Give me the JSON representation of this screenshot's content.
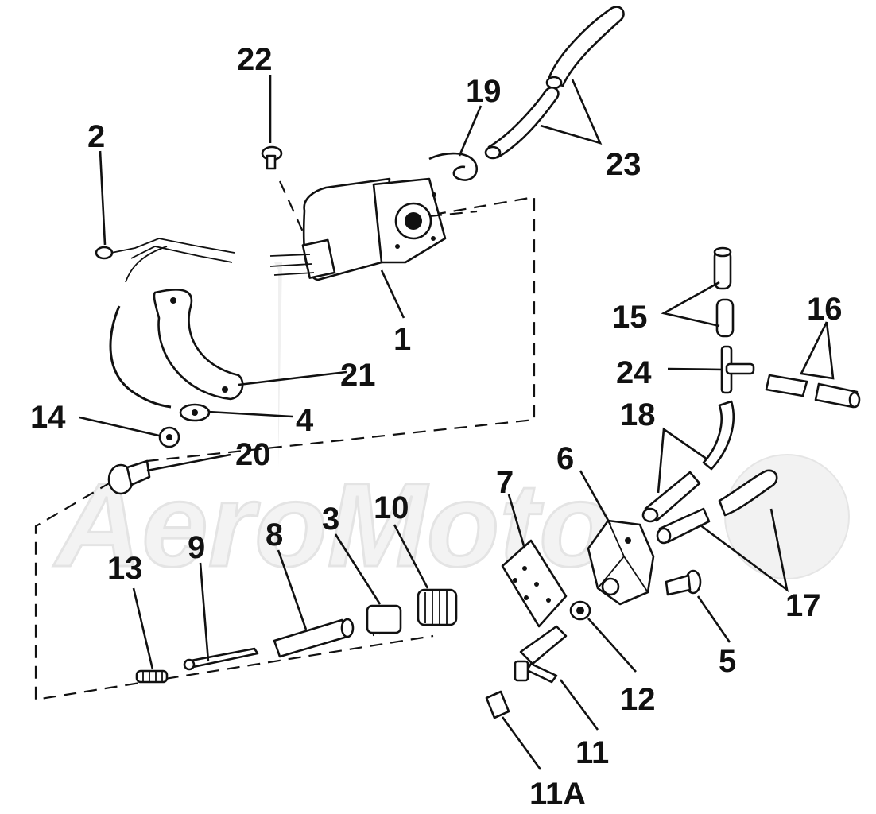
{
  "labels": {
    "l1": "1",
    "l2": "2",
    "l3": "3",
    "l4": "4",
    "l5": "5",
    "l6": "6",
    "l7": "7",
    "l8": "8",
    "l9": "9",
    "l10": "10",
    "l11": "11",
    "l11a": "11A",
    "l12": "12",
    "l13": "13",
    "l14": "14",
    "l15": "15",
    "l16": "16",
    "l17": "17",
    "l18": "18",
    "l19": "19",
    "l20": "20",
    "l21": "21",
    "l22": "22",
    "l23": "23",
    "l24": "24"
  },
  "watermark": {
    "text": "AeroMoto"
  },
  "colors": {
    "ink": "#111111",
    "paper": "#ffffff",
    "watermark": "#e6e6e6"
  }
}
